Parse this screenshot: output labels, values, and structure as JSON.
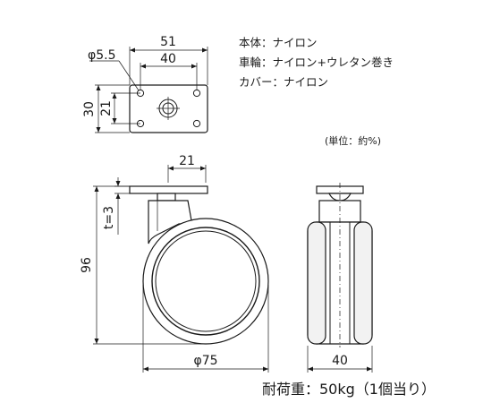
{
  "dimensions": {
    "phi_hole": "φ5.5",
    "plate_width_outer": "51",
    "plate_width_inner": "40",
    "plate_height_outer": "30",
    "plate_height_inner": "21",
    "offset": "21",
    "thickness": "t=3",
    "height": "96",
    "wheel_diameter": "φ75",
    "wheel_width": "40"
  },
  "specs": {
    "body_label": "本体：",
    "body_value": "ナイロン",
    "wheel_label": "車輪：",
    "wheel_value": "ナイロン+ウレタン巻き",
    "cover_label": "カバー：",
    "cover_value": "ナイロン"
  },
  "unit_note": "(単位：約%)",
  "load_capacity": "耐荷重：50kg（1個当り）"
}
